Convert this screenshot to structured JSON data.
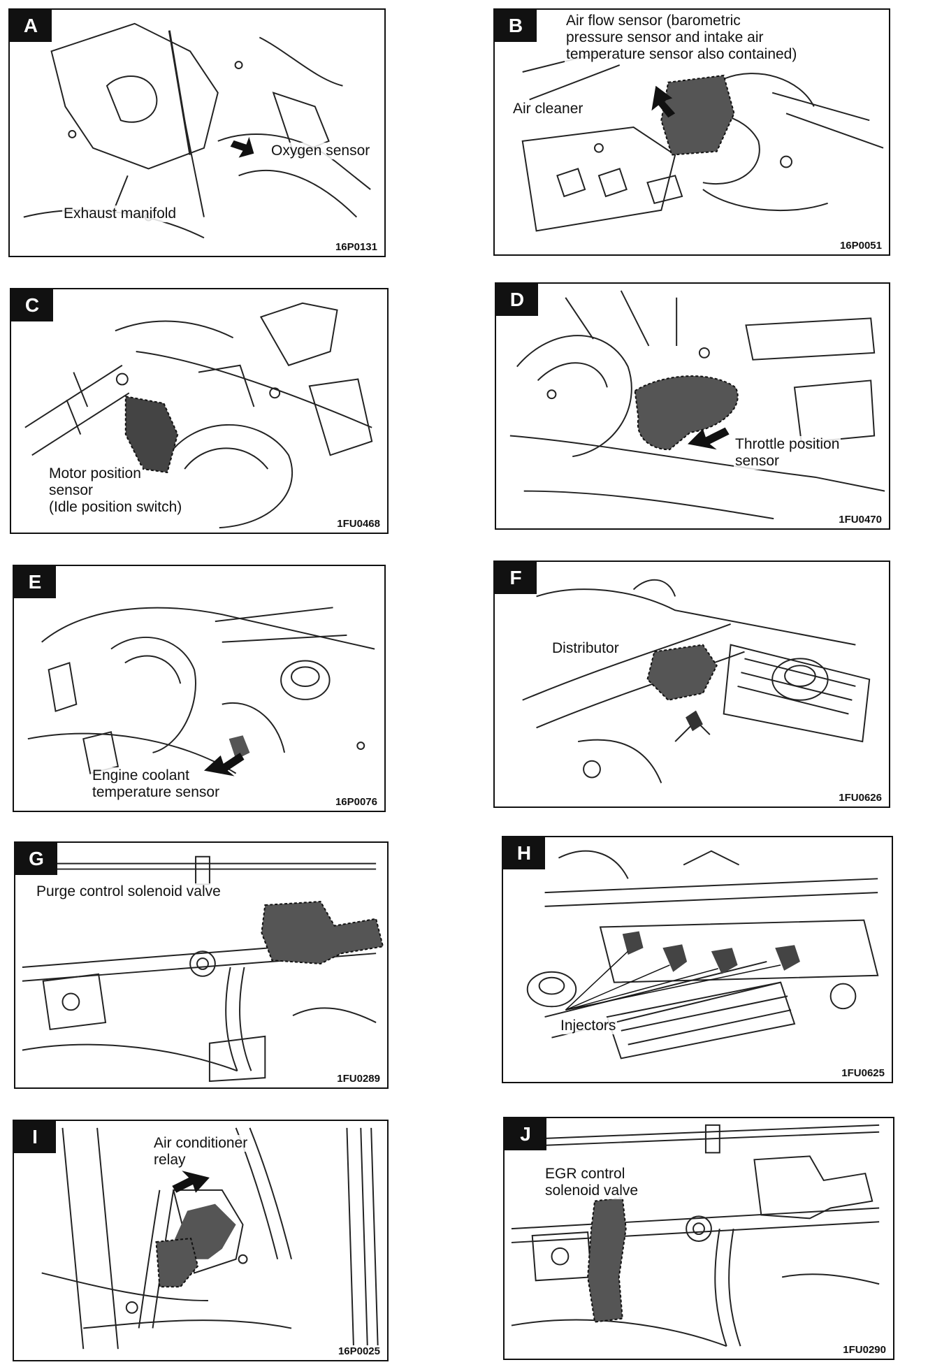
{
  "panels": [
    {
      "letter": "A",
      "labels": [
        "Oxygen sensor",
        "Exhaust manifold"
      ],
      "code": "16P0131"
    },
    {
      "letter": "B",
      "labels": [
        "Air flow sensor (barometric",
        "pressure sensor and intake air",
        "temperature sensor also contained)",
        "Air cleaner"
      ],
      "code": "16P0051"
    },
    {
      "letter": "C",
      "labels": [
        "Motor position",
        "sensor",
        "(Idle position switch)"
      ],
      "code": "1FU0468"
    },
    {
      "letter": "D",
      "labels": [
        "Throttle position",
        "sensor"
      ],
      "code": "1FU0470"
    },
    {
      "letter": "E",
      "labels": [
        "Engine coolant",
        "temperature sensor"
      ],
      "code": "16P0076"
    },
    {
      "letter": "F",
      "labels": [
        "Distributor"
      ],
      "code": "1FU0626"
    },
    {
      "letter": "G",
      "labels": [
        "Purge control solenoid valve"
      ],
      "code": "1FU0289"
    },
    {
      "letter": "H",
      "labels": [
        "Injectors"
      ],
      "code": "1FU0625"
    },
    {
      "letter": "I",
      "labels": [
        "Air conditioner",
        "relay"
      ],
      "code": "16P0025"
    },
    {
      "letter": "J",
      "labels": [
        "EGR control",
        "solenoid valve"
      ],
      "code": "1FU0290"
    }
  ]
}
